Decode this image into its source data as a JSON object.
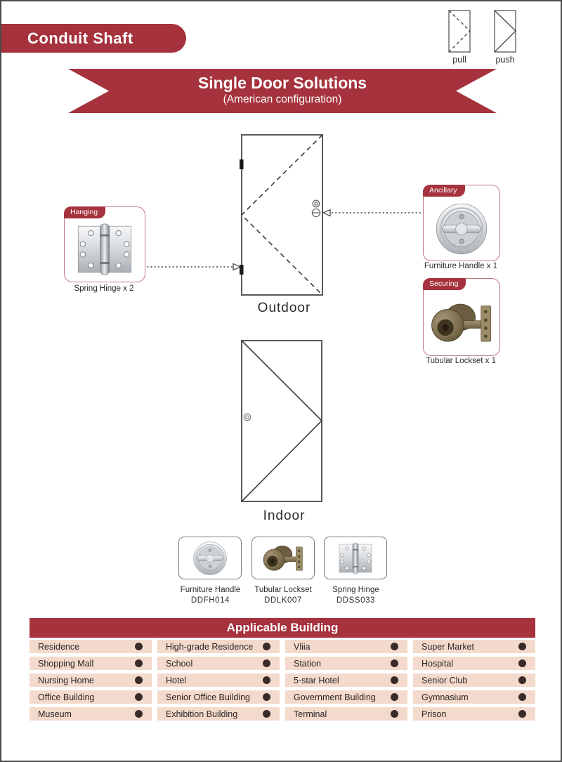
{
  "page": {
    "title": "Conduit Shaft"
  },
  "legend": {
    "pull_label": "pull",
    "push_label": "push"
  },
  "banner": {
    "title": "Single Door Solutions",
    "subtitle": "(American configuration)"
  },
  "callouts": {
    "hanging": {
      "tab": "Hanging",
      "caption": "Spring Hinge x 2"
    },
    "ancillary": {
      "tab": "Ancillary",
      "caption": "Furniture Handle x 1"
    },
    "securing": {
      "tab": "Securing",
      "caption": "Tubular Lockset x 1"
    }
  },
  "doors": {
    "outdoor_label": "Outdoor",
    "indoor_label": "Indoor"
  },
  "products": [
    {
      "name": "Furniture Handle",
      "code": "DDFH014"
    },
    {
      "name": "Tubular Lockset",
      "code": "DDLK007"
    },
    {
      "name": "Spring Hinge",
      "code": "DDSS033"
    }
  ],
  "applicable_building": {
    "title": "Applicable Building",
    "rows": [
      [
        "Residence",
        "High-grade Residence",
        "Vliia",
        "Super Market"
      ],
      [
        "Shopping Mall",
        "School",
        "Station",
        "Hospital"
      ],
      [
        "Nursing Home",
        "Hotel",
        "5-star Hotel",
        "Senior Club"
      ],
      [
        "Office Building",
        "Senior Office Building",
        "Government Building",
        "Gymnasium"
      ],
      [
        "Museum",
        "Exhibition Building",
        "Terminal",
        "Prison"
      ]
    ]
  },
  "colors": {
    "brand_red": "#a5323c",
    "callout_border": "#c1787f",
    "cell_bg": "#f3dacc",
    "dot": "#3a2b2b",
    "page_border": "#4a4b4d"
  }
}
